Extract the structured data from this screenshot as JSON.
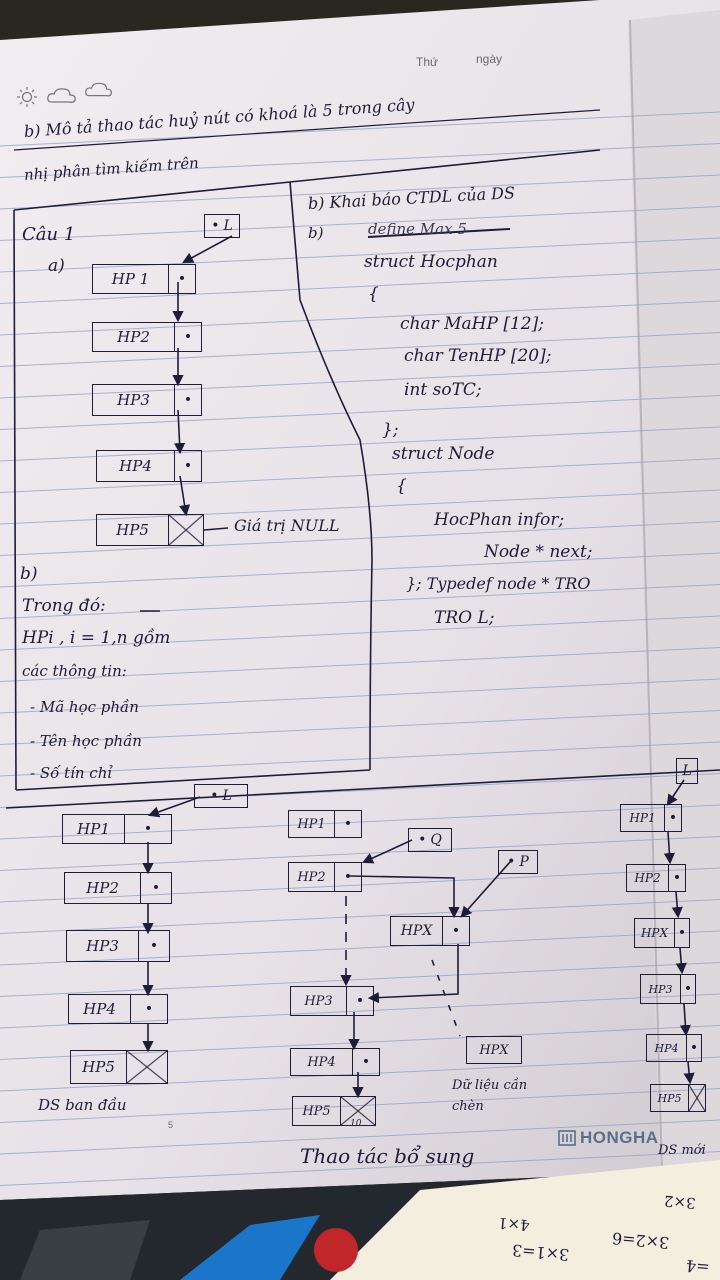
{
  "header": {
    "thu_label": "Thứ",
    "ngay_label": "ngày",
    "icons": [
      "sun-icon",
      "cloud-icon",
      "cloud-icon"
    ]
  },
  "question": {
    "line1": "b) Mô tả thao tác huỷ nút có khoá là 5 trong cây",
    "line2": "nhị phân tìm kiếm trên"
  },
  "cau1": {
    "title": "Câu 1",
    "part_a": "a)",
    "head_pointer": "L",
    "nodes": [
      "HP 1",
      "HP2",
      "HP3",
      "HP4",
      "HP5"
    ],
    "null_label": "Giá trị NULL",
    "b_mark": "b)",
    "where": "Trong đó:",
    "hpi": "HPi , i = 1,n gồm",
    "info_intro": "các thông tin:",
    "info_items": [
      "- Mã học phần",
      "- Tên học phần",
      "- Số tín chỉ"
    ]
  },
  "code": {
    "heading": "b) Khai báo CTDL của DS",
    "b_mark": "b)",
    "struck": "define Max 5",
    "lines": [
      "struct Hocphan",
      "{",
      "char MaHP [12];",
      "char TenHP [20];",
      "int soTC;",
      "};",
      "struct Node",
      "{",
      "HocPhan infor;",
      "Node * next;",
      "}; Typedef node * TRO",
      "TRO L;"
    ]
  },
  "diagram_left": {
    "pointer": "L",
    "nodes": [
      "HP1",
      "HP2",
      "HP3",
      "HP4",
      "HP5"
    ],
    "caption": "DS ban đầu",
    "page_number": "5"
  },
  "diagram_middle": {
    "nodes": [
      "HP1",
      "HP2",
      "HP3",
      "HP4",
      "HP5"
    ],
    "pointer_q": "Q",
    "pointer_p": "P",
    "new_node": "HPX",
    "new_data": "HPX",
    "data_label": "Dữ liệu cần chèn",
    "caption": "Thao tác bổ sung",
    "mark_null": "10"
  },
  "diagram_right": {
    "pointer": "L",
    "nodes": [
      "HP1",
      "HP2",
      "HPX",
      "HP3",
      "HP4",
      "HP5"
    ],
    "caption": "DS mới"
  },
  "brand": "HONGHA",
  "bottom_card": [
    "3×2=6",
    "3×1=3",
    "4×1",
    "3×2",
    "=4"
  ],
  "colors": {
    "ink": "#1d1d3a",
    "rule": "#8ea0c6",
    "paper": "#ebe6e8",
    "brand": "#5c6f86"
  }
}
